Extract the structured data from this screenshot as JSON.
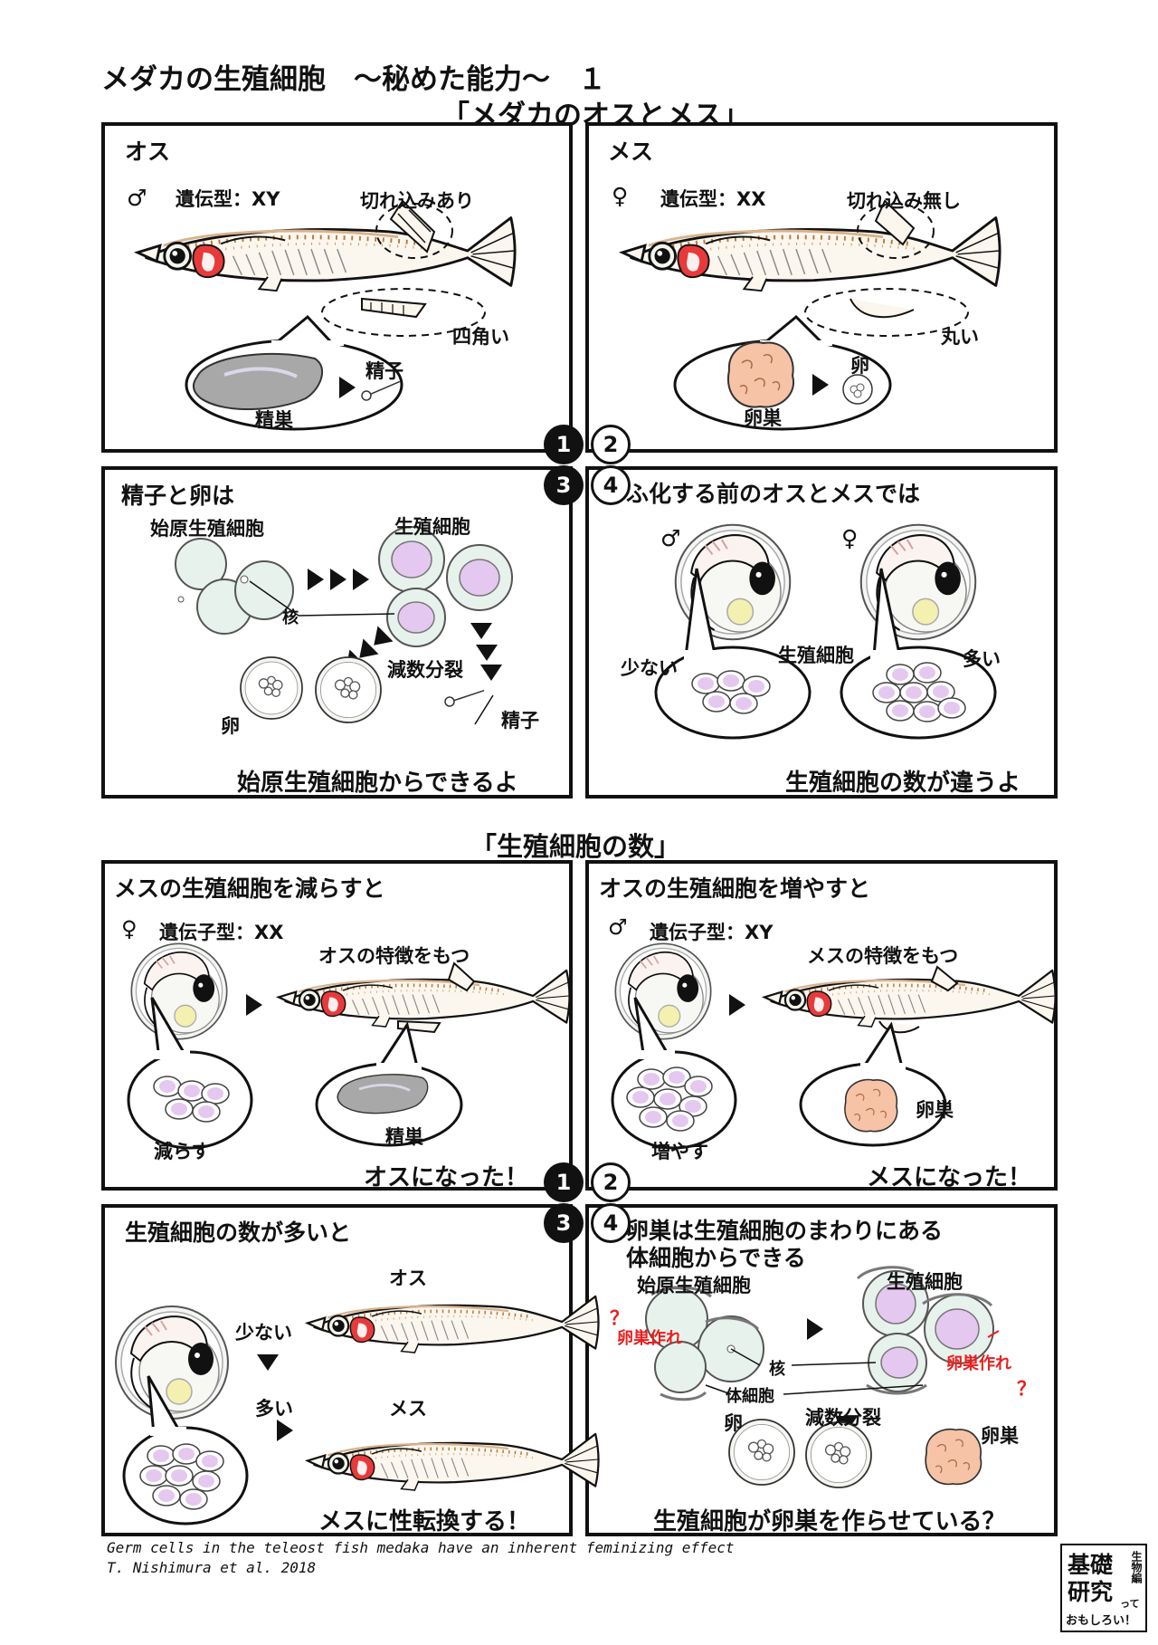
{
  "header": {
    "title": "メダカの生殖細胞　～秘めた能力～　１",
    "subtitle": "「メダカのオスとメス」"
  },
  "section2_title": "「生殖細胞の数」",
  "p1": {
    "title": "オス",
    "sex_symbol": "♂",
    "genotype": "遺伝型：XY",
    "notch": "切れ込みあり",
    "fin_shape": "四角い",
    "testis": "精巣",
    "sperm": "精子",
    "badge": "1"
  },
  "p2": {
    "title": "メス",
    "sex_symbol": "♀",
    "genotype": "遺伝型：XX",
    "notch": "切れ込み無し",
    "fin_shape": "丸い",
    "ovary": "卵巣",
    "egg": "卵",
    "badge": "2"
  },
  "p3": {
    "title": "精子と卵は",
    "pgc": "始原生殖細胞",
    "germ_cell": "生殖細胞",
    "nucleus": "核",
    "meiosis": "減数分裂",
    "egg": "卵",
    "sperm": "精子",
    "caption": "始原生殖細胞からできるよ",
    "badge": "3"
  },
  "p4": {
    "title": "ふ化する前のオスとメスでは",
    "male_symbol": "♂",
    "female_symbol": "♀",
    "germ_cell": "生殖細胞",
    "few": "少ない",
    "many": "多い",
    "caption": "生殖細胞の数が違うよ",
    "badge": "4"
  },
  "p5": {
    "title": "メスの生殖細胞を減らすと",
    "sex_symbol": "♀",
    "genotype": "遺伝子型：XX",
    "trait": "オスの特徴をもつ",
    "reduce": "減らす",
    "testis": "精巣",
    "caption": "オスになった！",
    "badge": "1"
  },
  "p6": {
    "title": "オスの生殖細胞を増やすと",
    "sex_symbol": "♂",
    "genotype": "遺伝子型：XY",
    "trait": "メスの特徴をもつ",
    "increase": "増やす",
    "ovary": "卵巣",
    "caption": "メスになった！",
    "badge": "2"
  },
  "p7": {
    "title": "生殖細胞の数が多いと",
    "male": "オス",
    "female": "メス",
    "few": "少ない",
    "many": "多い",
    "caption": "メスに性転換する！",
    "badge": "3"
  },
  "p8": {
    "title_line1": "卵巣は生殖細胞のまわりにある",
    "title_line2": "体細胞からできる",
    "pgc": "始原生殖細胞",
    "germ_cell": "生殖細胞",
    "nucleus": "核",
    "somatic": "体細胞",
    "meiosis": "減数分裂",
    "egg": "卵",
    "ovary": "卵巣",
    "make_ovary": "卵巣作れ",
    "question": "？",
    "caption": "生殖細胞が卵巣を作らせている？",
    "badge": "4"
  },
  "footer": {
    "credit_line1": "Germ cells in the teleost fish medaka have an inherent feminizing effect",
    "credit_line2": "T. Nishimura et al. 2018"
  },
  "logo": {
    "line1": "基礎",
    "line2": "研究",
    "side": "生物編",
    "small": "って",
    "bottom": "おもしろい！"
  },
  "colors": {
    "ink": "#111111",
    "gill_red": "#e83a3a",
    "germ_purple": "#e4c8ef",
    "cell_green": "#e7f2ec",
    "testis_gray": "#a8a8a8",
    "ovary_peach": "#f6c3a6",
    "yolk": "#f3f0b0",
    "spots": "#b87a3a",
    "annotation_red": "#e8201f"
  }
}
